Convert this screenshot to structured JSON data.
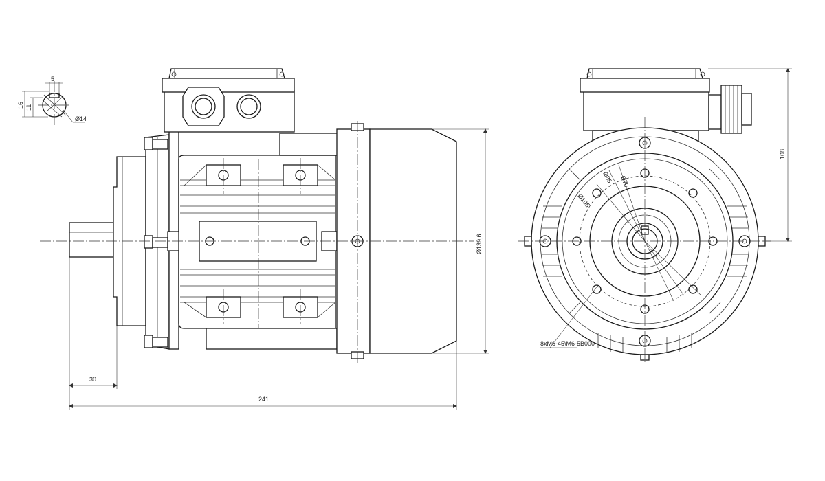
{
  "dimensions": {
    "keyway_width": "5",
    "key_height_outer": "16",
    "key_height_inner": "11",
    "shaft_diameter": "Ø14",
    "shaft_length": "30",
    "overall_length": "241",
    "fan_cover_diameter": "Ø139,6",
    "shaft_height": "108",
    "flange_d1": "Ø105",
    "flange_d2": "Ø85",
    "flange_d3": "Ø70",
    "bolt_note": "8xM6-45\\M6-5B000"
  },
  "colors": {
    "line": "#1a1a1a",
    "background": "#ffffff"
  }
}
